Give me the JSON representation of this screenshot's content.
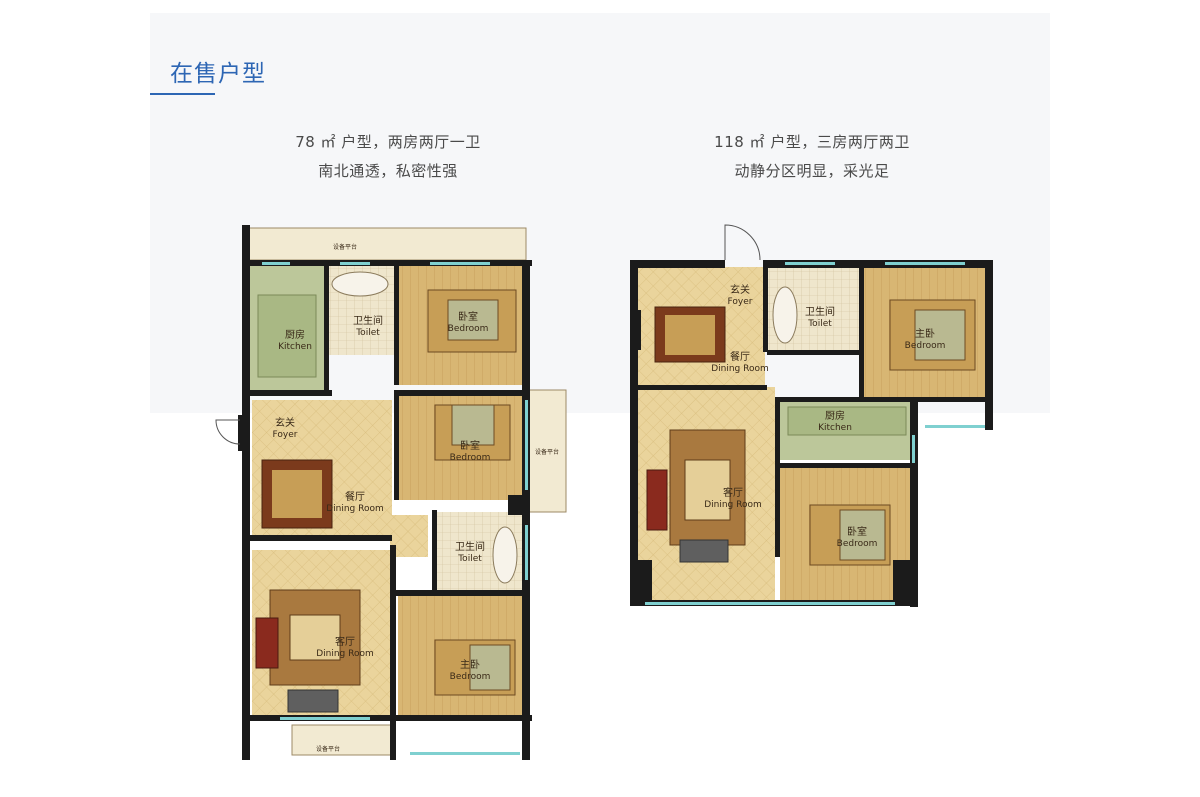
{
  "section": {
    "title": "在售户型"
  },
  "plans": [
    {
      "line1": "78 ㎡ 户型，两房两厅一卫",
      "line2": "南北通透，私密性强",
      "rooms": {
        "equip_top": "设备平台",
        "equip_side": "设备平台",
        "equip_bottom": "设备平台",
        "kitchen_cn": "厨房",
        "kitchen_en": "Kitchen",
        "toilet1_cn": "卫生间",
        "toilet1_en": "Toilet",
        "bedroom1_cn": "卧室",
        "bedroom1_en": "Bedroom",
        "foyer_cn": "玄关",
        "foyer_en": "Foyer",
        "bedroom2_cn": "卧室",
        "bedroom2_en": "Bedroom",
        "dining_cn": "餐厅",
        "dining_en": "Dining Room",
        "toilet2_cn": "卫生间",
        "toilet2_en": "Toilet",
        "living_cn": "客厅",
        "living_en": "Dining Room",
        "master_cn": "主卧",
        "master_en": "Bedroom"
      }
    },
    {
      "line1": "118 ㎡ 户型，三房两厅两卫",
      "line2": "动静分区明显，采光足",
      "rooms": {
        "foyer_cn": "玄关",
        "foyer_en": "Foyer",
        "toilet_cn": "卫生间",
        "toilet_en": "Toilet",
        "master_cn": "主卧",
        "master_en": "Bedroom",
        "dining_cn": "餐厅",
        "dining_en": "Dining Room",
        "kitchen_cn": "厨房",
        "kitchen_en": "Kitchen",
        "living_cn": "客厅",
        "living_en": "Dining Room",
        "bedroom_cn": "卧室",
        "bedroom_en": "Bedroom"
      }
    }
  ],
  "colors": {
    "accent": "#2d66b4",
    "wall": "#1b1b1b",
    "floor_tile": "#e9d39a",
    "floor_wood": "#d9b877",
    "window": "#7fd0d0"
  }
}
